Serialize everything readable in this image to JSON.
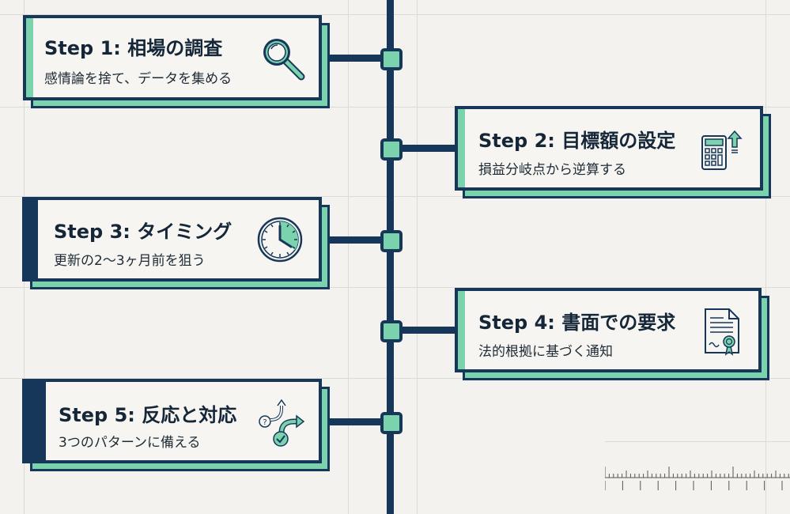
{
  "colors": {
    "navy": "#17375a",
    "mint": "#7ad3ad",
    "paper": "#f3f2ee"
  },
  "steps": [
    {
      "title": "Step 1: 相場の調査",
      "subtitle": "感情論を捨て、データを集める",
      "icon": "magnifier-icon"
    },
    {
      "title": "Step 2: 目標額の設定",
      "subtitle": "損益分岐点から逆算する",
      "icon": "calculator-icon"
    },
    {
      "title": "Step 3: タイミング",
      "subtitle": "更新の2〜3ヶ月前を狙う",
      "icon": "clock-icon"
    },
    {
      "title": "Step 4: 書面での要求",
      "subtitle": "法的根拠に基づく通知",
      "icon": "certificate-document-icon"
    },
    {
      "title": "Step 5: 反応と対応",
      "subtitle": "3つのパターンに備える",
      "icon": "branching-paths-icon"
    }
  ]
}
